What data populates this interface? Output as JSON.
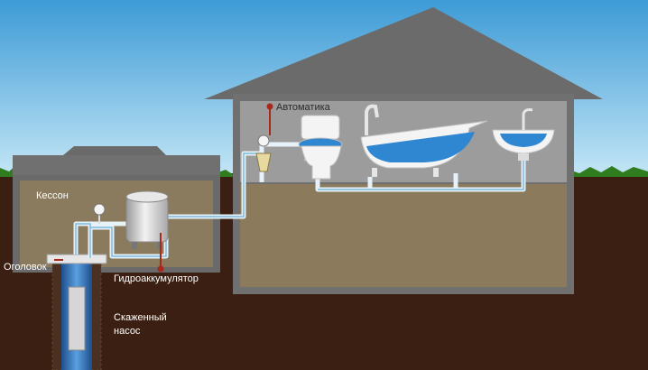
{
  "labels": {
    "caisson": "Кессон",
    "automation": "Автоматика",
    "wellhead": "Оголовок",
    "accumulator": "Гидроаккумулятор",
    "pump_line1": "Скаженный",
    "pump_line2": "насос"
  },
  "colors": {
    "sky_top": "#3f9fd8",
    "sky_bottom": "#bfe3f5",
    "soil": "#3a1f12",
    "grass": "#2f7d1f",
    "house_body": "#8e8e8e",
    "house_roof": "#6e6e6e",
    "house_interior": "#9b9b9b",
    "house_basement": "#8a7a5e",
    "caisson_body": "#8b7b5e",
    "pipe": "#e8f2f8",
    "water": "#2f86d1",
    "wire": "#b02a1a"
  },
  "icons": [
    "toilet-icon",
    "bathtub-icon",
    "sink-icon",
    "accumulator-tank-icon",
    "pressure-gauge-icon",
    "submersible-pump-icon"
  ]
}
